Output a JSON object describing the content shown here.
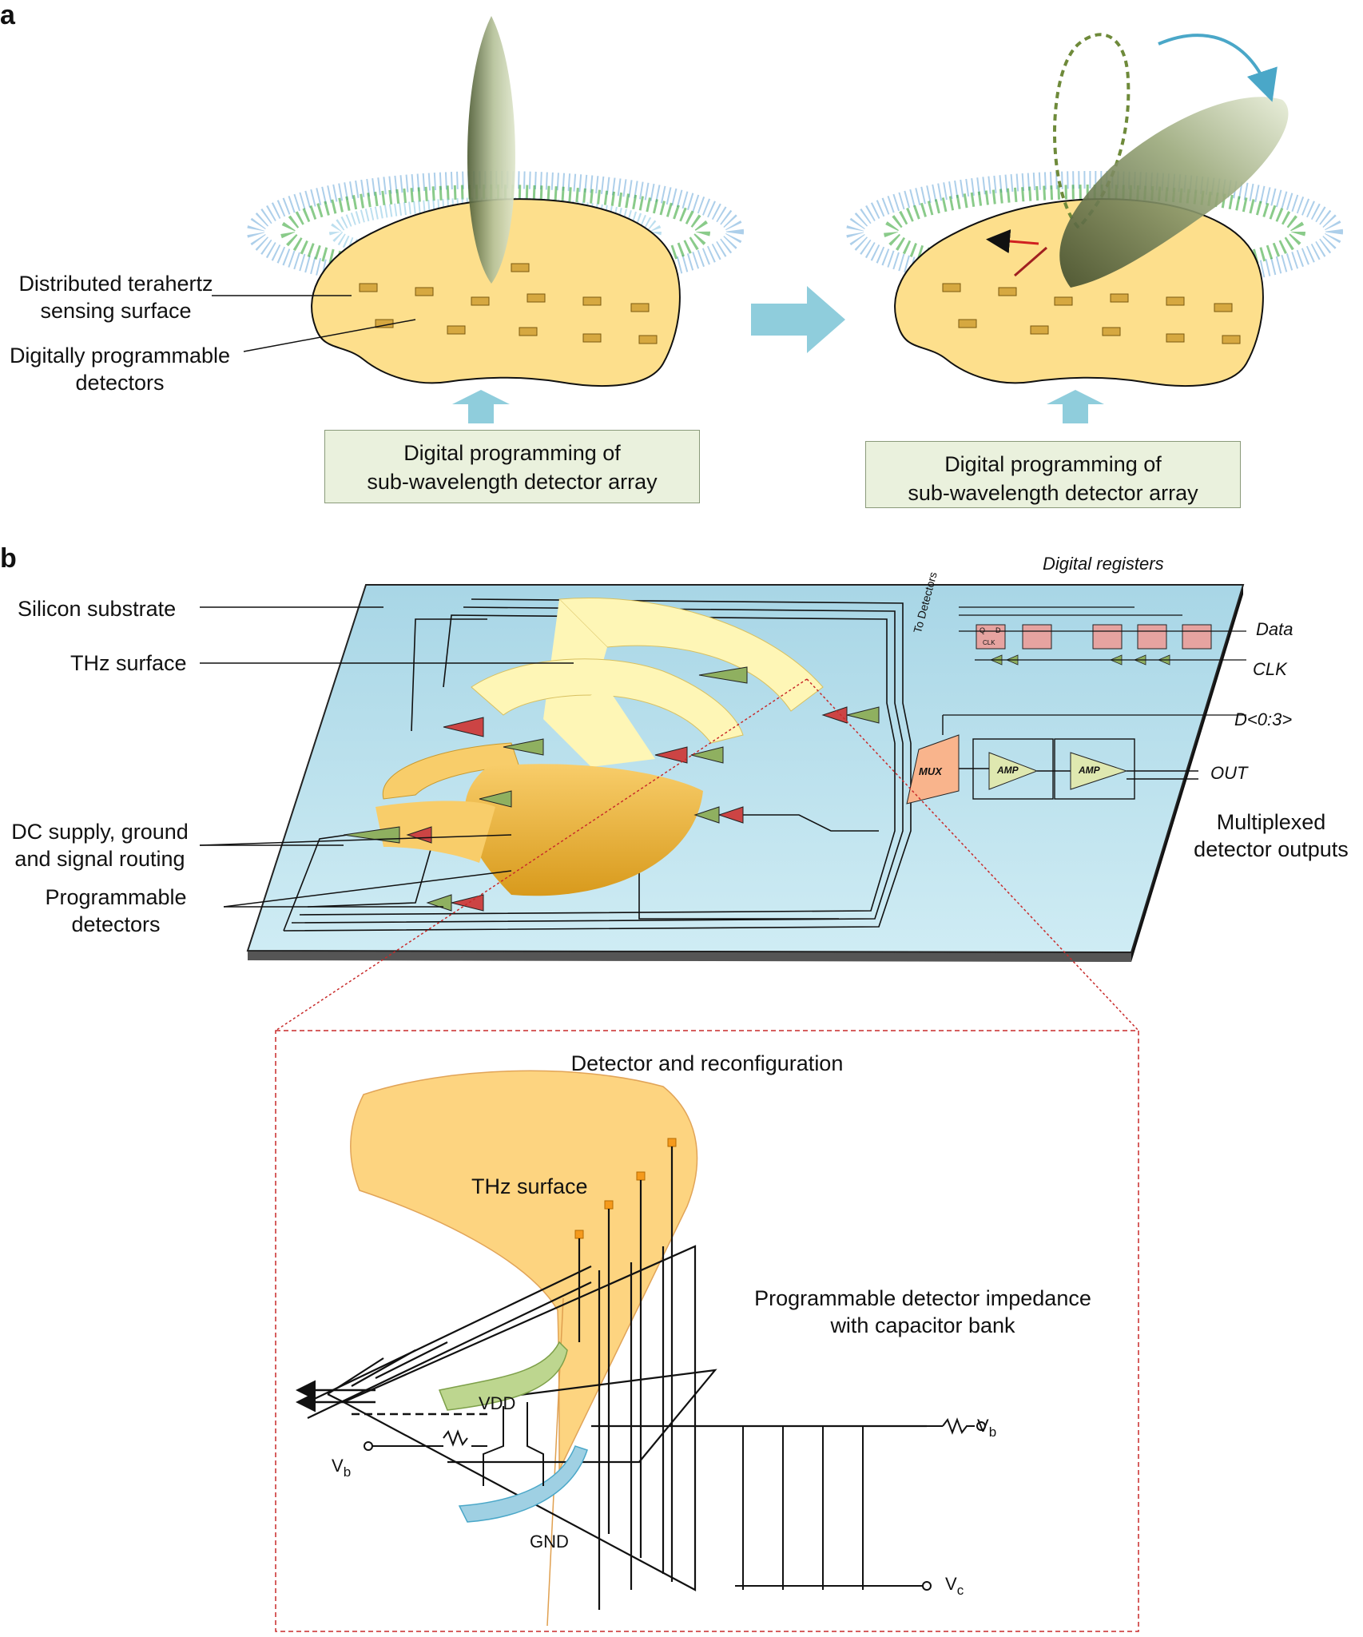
{
  "panel_a": {
    "letter": "a",
    "label_surface_line1": "Distributed terahertz",
    "label_surface_line2": "sensing surface",
    "label_detectors_line1": "Digitally programmable",
    "label_detectors_line2": "detectors",
    "box_left_line1": "Digital programming of",
    "box_left_line2": "sub-wavelength detector array",
    "box_right_line1": "Digital programming of",
    "box_right_line2": "sub-wavelength detector array"
  },
  "panel_b": {
    "letter": "b",
    "label_substrate": "Silicon substrate",
    "label_thz": "THz surface",
    "label_dc_line1": "DC supply, ground",
    "label_dc_line2": "and signal routing",
    "label_prog_line1": "Programmable",
    "label_prog_line2": "detectors",
    "label_registers": "Digital registers",
    "label_data": "Data",
    "label_clk": "CLK",
    "label_d": "D<0:3>",
    "label_out": "OUT",
    "label_mux_out_line1": "Multiplexed",
    "label_mux_out_line2": "detector outputs",
    "label_to_detectors": "To Detectors",
    "mux": "MUX",
    "amp1": "AMP",
    "amp2": "AMP",
    "ff_q": "Q",
    "ff_d": "D",
    "ff_clk": "CLK"
  },
  "inset": {
    "title": "Detector and reconfiguration",
    "thz_surface": "THz surface",
    "impedance_line1": "Programmable detector impedance",
    "impedance_line2": "with capacitor bank",
    "vdd": "VDD",
    "gnd": "GND",
    "vb_left": "V",
    "vb_left_sub": "b",
    "vb_right": "V",
    "vb_right_sub": "b",
    "vc": "V",
    "vc_sub": "c"
  },
  "colors": {
    "surface_yellow": "#fddf8c",
    "chip_blue": "#bfe3ef",
    "arrow_blue": "#8fcddc",
    "box_green": "#eaf1dd",
    "beam_green": "#6e7c4a",
    "inset_red": "#d23a3a",
    "detector_red": "#cc4444",
    "detector_green": "#8fb060"
  }
}
